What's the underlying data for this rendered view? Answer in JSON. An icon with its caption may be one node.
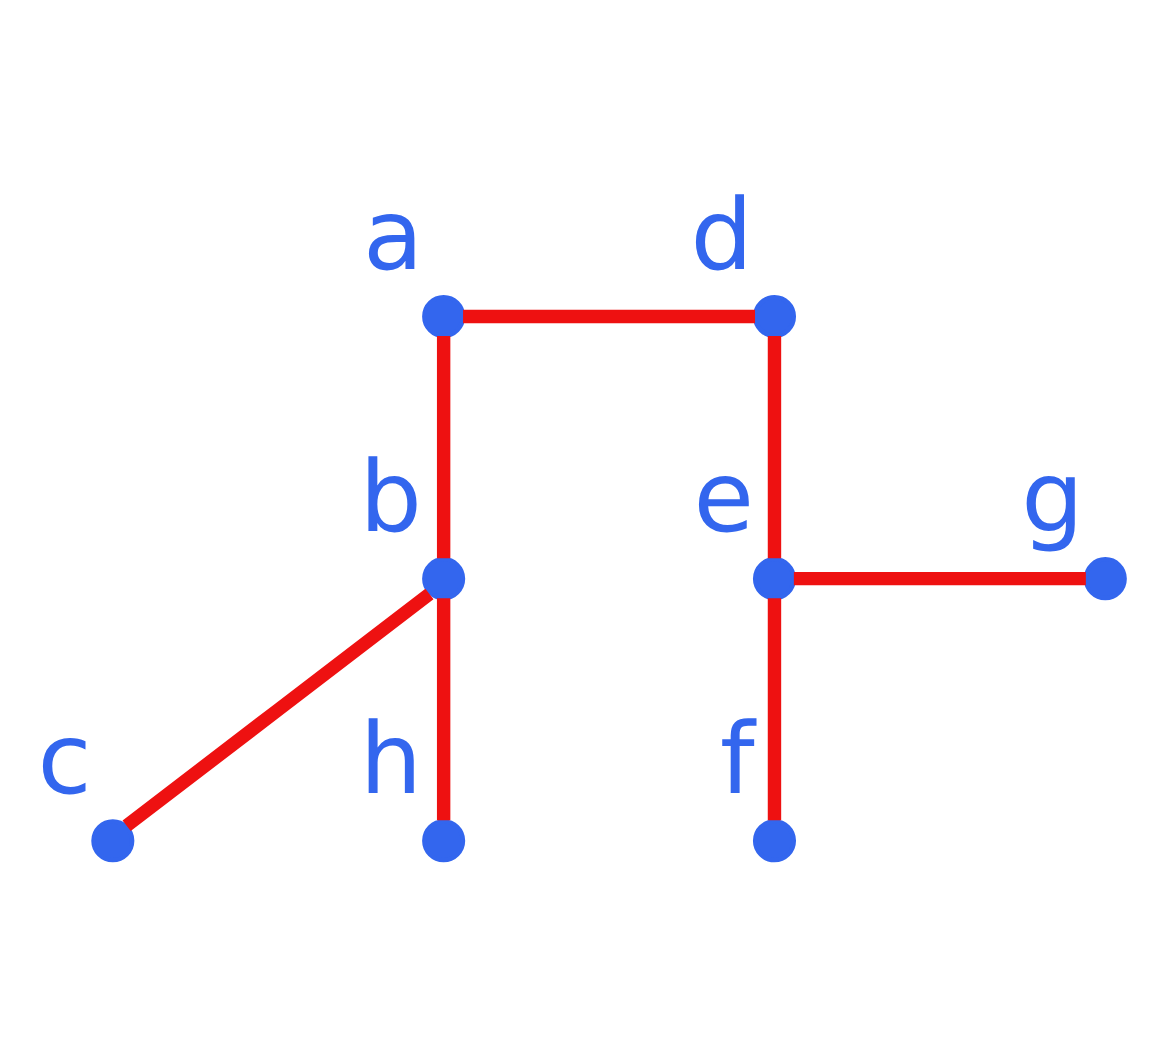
{
  "diagram": {
    "nodes": [
      {
        "text": [],
        "shape": "circle",
        "beside": [
          "a"
        ]
      },
      {
        "text": [],
        "shape": "circle",
        "beside": [
          "d"
        ]
      },
      {
        "text": [],
        "shape": "circle",
        "beside": [
          "e"
        ]
      },
      {
        "text": [],
        "shape": "circle",
        "beside": [
          "b"
        ]
      },
      {
        "text": [],
        "shape": "circle",
        "beside": [
          "f"
        ]
      },
      {
        "text": [],
        "shape": "circle",
        "beside": [
          "g"
        ]
      },
      {
        "text": [],
        "shape": "circle",
        "beside": [
          "c"
        ]
      },
      {
        "text": [],
        "shape": "circle",
        "beside": [
          "h"
        ]
      }
    ],
    "edges": [
      {
        "from": 0,
        "to": 1,
        "arrow": "none"
      },
      {
        "from": 0,
        "to": 3,
        "arrow": "none"
      },
      {
        "from": 1,
        "to": 2,
        "arrow": "none"
      },
      {
        "from": 2,
        "to": 4,
        "arrow": "none"
      },
      {
        "from": 2,
        "to": 5,
        "arrow": "none"
      },
      {
        "from": 3,
        "to": 6,
        "arrow": "none"
      },
      {
        "from": 3,
        "to": 7,
        "arrow": "none"
      }
    ]
  }
}
